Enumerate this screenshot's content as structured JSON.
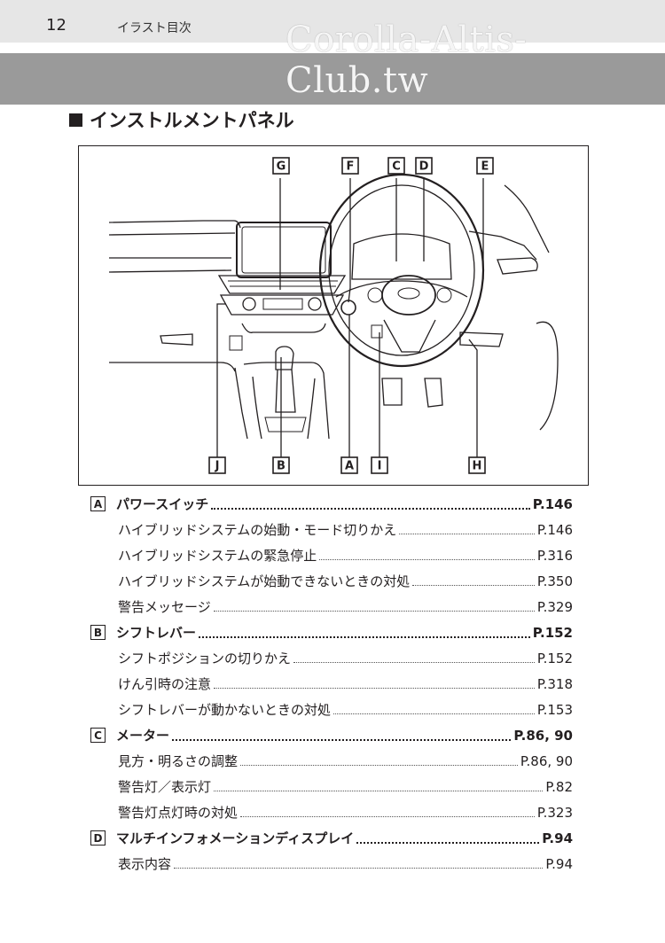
{
  "header": {
    "page_number": "12",
    "chapter_title": "イラスト目次",
    "watermark": "Corolla-Altis-Club.tw"
  },
  "section": {
    "title": "インストルメントパネル"
  },
  "figure": {
    "callouts": [
      "G",
      "F",
      "C",
      "D",
      "E",
      "J",
      "B",
      "A",
      "I",
      "H"
    ]
  },
  "toc": [
    {
      "type": "main",
      "badge": "A",
      "label": "パワースイッチ",
      "page": "P.146"
    },
    {
      "type": "sub",
      "label": "ハイブリッドシステムの始動・モード切りかえ",
      "page": "P.146"
    },
    {
      "type": "sub",
      "label": "ハイブリッドシステムの緊急停止",
      "page": "P.316"
    },
    {
      "type": "sub",
      "label": "ハイブリッドシステムが始動できないときの対処",
      "page": "P.350"
    },
    {
      "type": "sub",
      "label": "警告メッセージ",
      "page": "P.329"
    },
    {
      "type": "main",
      "badge": "B",
      "label": "シフトレバー",
      "page": "P.152"
    },
    {
      "type": "sub",
      "label": "シフトポジションの切りかえ",
      "page": "P.152"
    },
    {
      "type": "sub",
      "label": "けん引時の注意",
      "page": "P.318"
    },
    {
      "type": "sub",
      "label": "シフトレバーが動かないときの対処",
      "page": "P.153"
    },
    {
      "type": "main",
      "badge": "C",
      "label": "メーター",
      "page": "P.86, 90"
    },
    {
      "type": "sub",
      "label": "見方・明るさの調整",
      "page": "P.86, 90"
    },
    {
      "type": "sub",
      "label": "警告灯／表示灯",
      "page": "P.82"
    },
    {
      "type": "sub",
      "label": "警告灯点灯時の対処",
      "page": "P.323"
    },
    {
      "type": "main",
      "badge": "D",
      "label": "マルチインフォメーションディスプレイ",
      "page": "P.94"
    },
    {
      "type": "sub",
      "label": "表示内容",
      "page": "P.94"
    }
  ]
}
